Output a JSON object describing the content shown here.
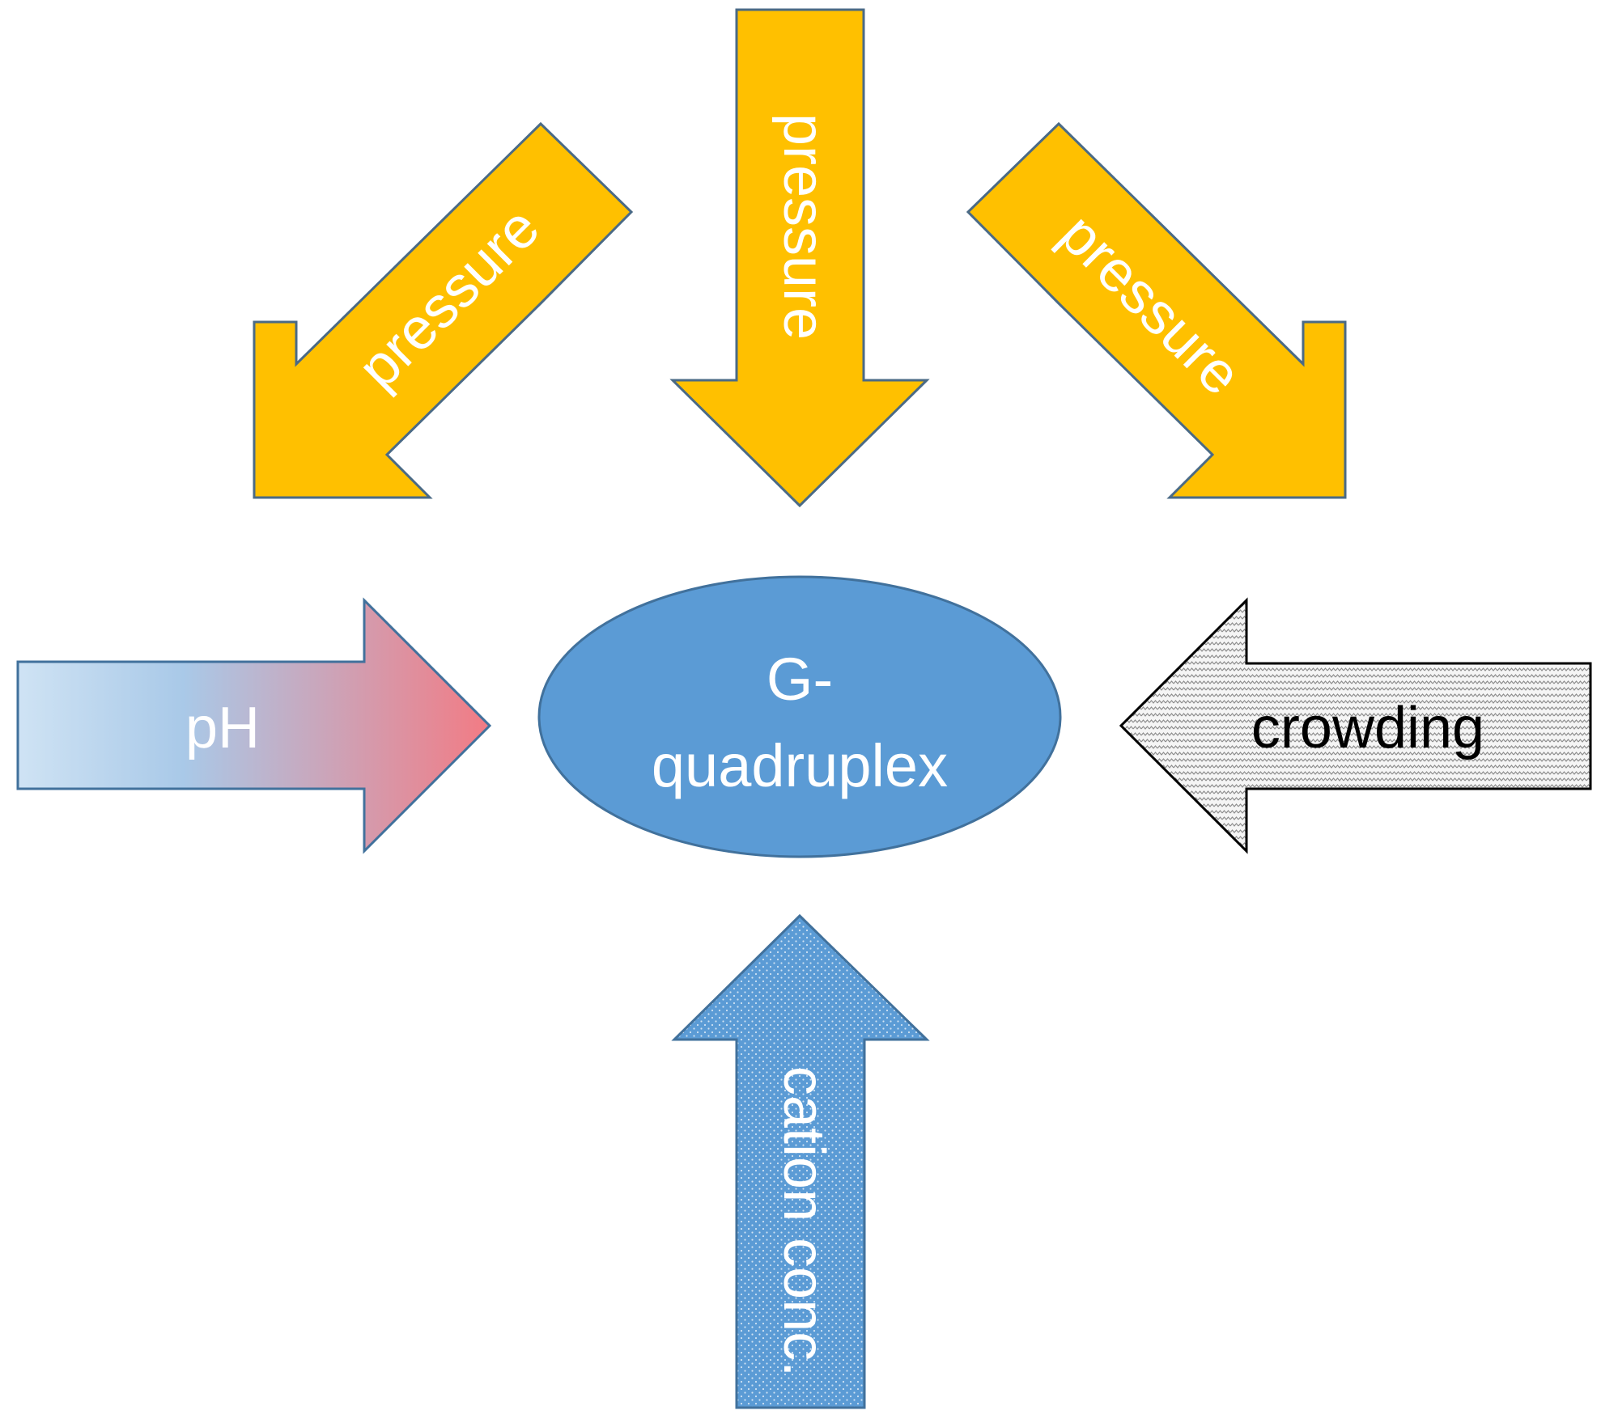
{
  "diagram": {
    "center": {
      "line1": "G-",
      "line2": "quadruplex"
    },
    "arrows": {
      "pressure_left": "pressure",
      "pressure_top": "pressure",
      "pressure_right": "pressure",
      "ph": "pH",
      "crowding": "crowding",
      "cation": "cation conc."
    }
  },
  "colors": {
    "pressure": "#FFC000",
    "pressure_outline": "#4A6A86",
    "ellipse": "#5B9BD5",
    "outline": "#41719C",
    "ph_start": "#CFE3F4",
    "ph_mid": "#A9C9E8",
    "ph_end": "#F27B84",
    "crowding_fill": "#F2F2F2",
    "crowding_pattern": "#8C8C8C",
    "cation_fill": "#5B9BD5",
    "cation_dots": "#BFD8EE"
  }
}
